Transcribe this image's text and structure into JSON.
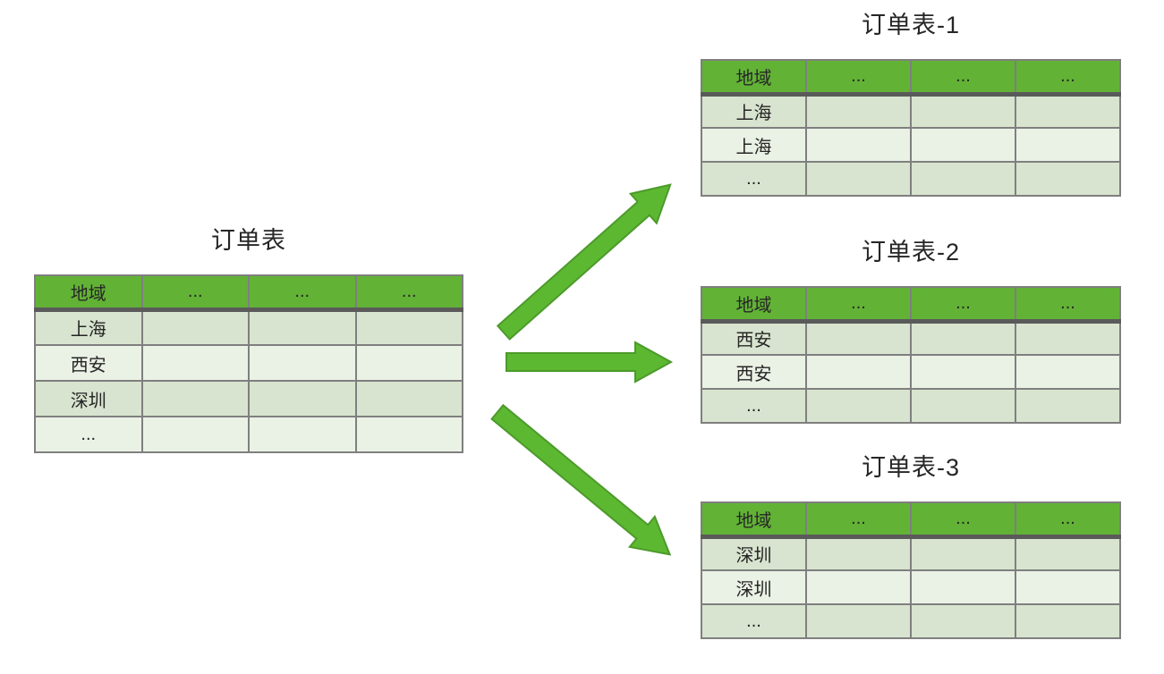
{
  "colors": {
    "header_green": "#62b236",
    "arrow_green": "#5cb831",
    "arrow_border": "#4c9a2b",
    "row_odd": "#d8e4cf",
    "row_even": "#eaf1e5",
    "border_gray": "#7f7f7f",
    "header_divider": "#5a5a5a",
    "text_color": "#262626"
  },
  "source": {
    "title": "订单表",
    "headers": [
      "地域",
      "...",
      "...",
      "..."
    ],
    "rows": [
      "上海",
      "西安",
      "深圳",
      "..."
    ]
  },
  "shards": [
    {
      "title": "订单表-1",
      "headers": [
        "地域",
        "...",
        "...",
        "..."
      ],
      "rows": [
        "上海",
        "上海",
        "..."
      ]
    },
    {
      "title": "订单表-2",
      "headers": [
        "地域",
        "...",
        "...",
        "..."
      ],
      "rows": [
        "西安",
        "西安",
        "..."
      ]
    },
    {
      "title": "订单表-3",
      "headers": [
        "地域",
        "...",
        "...",
        "..."
      ],
      "rows": [
        "深圳",
        "深圳",
        "..."
      ]
    }
  ],
  "arrows": [
    {
      "name": "arrow-to-shard-1",
      "direction": "up-right"
    },
    {
      "name": "arrow-to-shard-2",
      "direction": "right"
    },
    {
      "name": "arrow-to-shard-3",
      "direction": "down-right"
    }
  ]
}
